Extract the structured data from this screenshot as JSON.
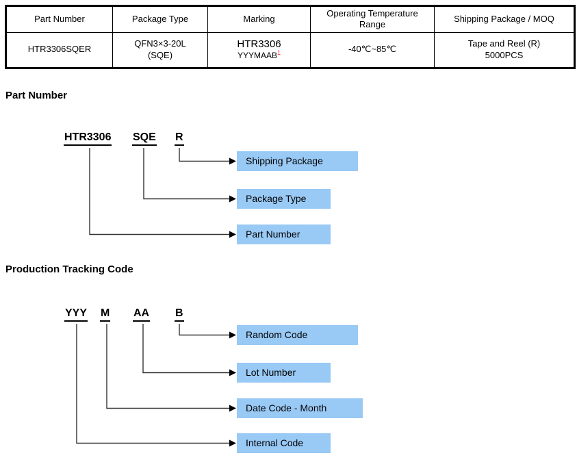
{
  "colors": {
    "callout_blue": "#99c9f5",
    "footnote_red": "#ff3333",
    "line_color": "#333333"
  },
  "table": {
    "headers": [
      "Part Number",
      "Package Type",
      "Marking",
      "Operating Temperature Range",
      "Shipping Package / MOQ"
    ],
    "row": {
      "part_number": "HTR3306SQER",
      "package_type_line1": "QFN3×3-20L",
      "package_type_line2": "(SQE)",
      "marking_line1": "HTR3306",
      "marking_line2": "YYYMAAB",
      "marking_footnote": "1",
      "operating_temperature_range": "-40℃~85℃",
      "shipping_line1": "Tape and Reel (R)",
      "shipping_line2": "5000PCS"
    }
  },
  "part_number_section": {
    "heading": "Part Number",
    "code_segments": [
      "HTR3306",
      "SQE",
      "R"
    ],
    "callouts": [
      "Shipping Package",
      "Package Type",
      "Part Number"
    ]
  },
  "tracking_section": {
    "heading": "Production Tracking Code",
    "code_segments": [
      "YYY",
      "M",
      "AA",
      "B"
    ],
    "callouts": [
      "Random Code",
      "Lot Number",
      "Date Code - Month",
      "Internal Code"
    ]
  }
}
